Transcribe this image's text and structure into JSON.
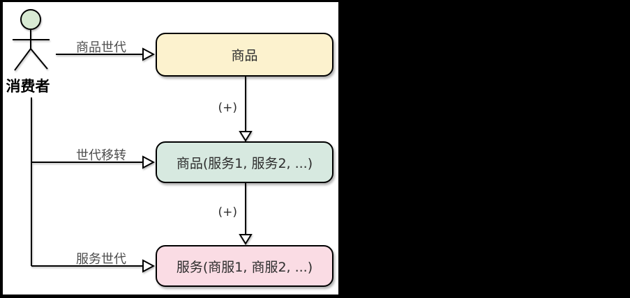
{
  "colors": {
    "frame": "#000000",
    "canvas": "#ffffff",
    "line": "#000000",
    "edge_label_text": "#4d4d4d",
    "node_text": "#2d2d2d",
    "actor_head_fill": "#d8ead3",
    "node_product_fill": "#fcf2ce",
    "node_product_services_fill": "#d7e9e0",
    "node_service_fill": "#fadce4"
  },
  "actor": {
    "label": "消费者"
  },
  "edges": [
    {
      "label": "商品世代"
    },
    {
      "label": "世代移转"
    },
    {
      "label": "服务世代"
    }
  ],
  "connectors": [
    {
      "label": "(+)"
    },
    {
      "label": "(+)"
    }
  ],
  "nodes": [
    {
      "label": "商品"
    },
    {
      "label": "商品(服务1, 服务2, ...)"
    },
    {
      "label": "服务(商服1, 商服2, ...)"
    }
  ]
}
